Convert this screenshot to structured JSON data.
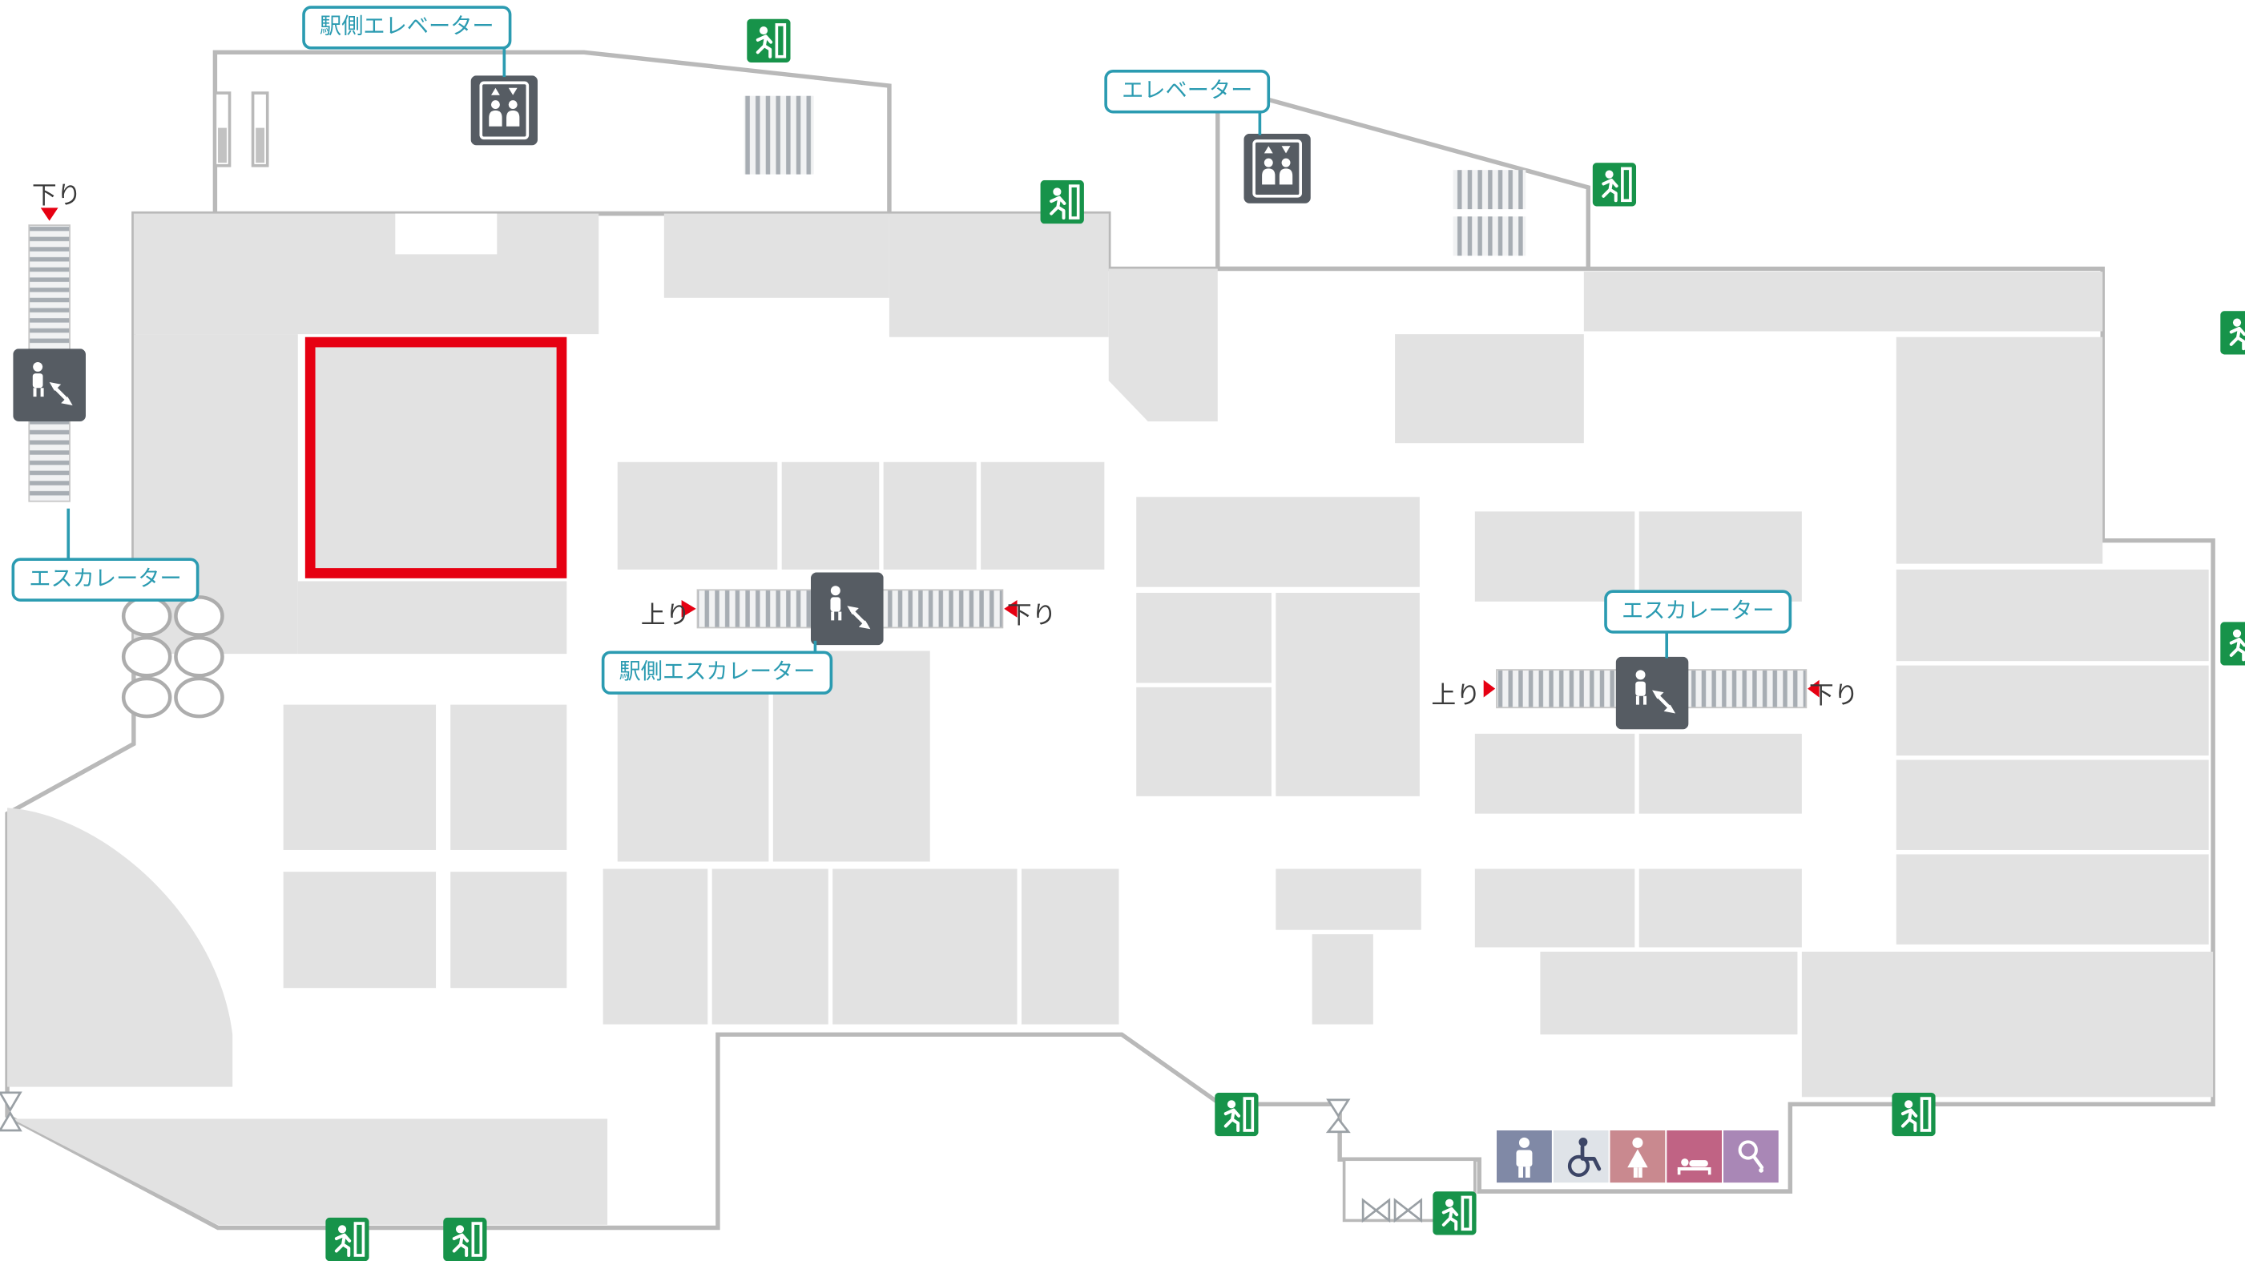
{
  "callouts": {
    "station_elevator": "駅側エレベーター",
    "elevator": "エレベーター",
    "left_escalator": "エスカレーター",
    "station_escalator": "駅側エスカレーター",
    "right_escalator": "エスカレーター"
  },
  "directions": {
    "up": "上り",
    "down": "下り"
  },
  "icons": {
    "exit": "running-man-exit",
    "elevator": "elevator-people-up-down-arrows",
    "escalator": "escalator-person-diagonal-arrow",
    "mens_toilet": "man-figure",
    "accessible_toilet": "wheelchair",
    "womens_toilet": "woman-figure",
    "nursing_room": "person-lying-on-bed",
    "powder_room": "hand-mirror",
    "direction_arrow": "red-triangle",
    "door": "bowtie-door-mark"
  },
  "colors": {
    "store_block": "#e2e2e2",
    "wall": "#b9b9b9",
    "highlight_red": "#e60012",
    "callout_teal": "#2b9bb1",
    "exit_green": "#17934a",
    "icon_dark": "#565c63",
    "mens_toilet": "#8089a6",
    "accessible_toilet": "#dfe3e8",
    "womens_toilet": "#c9898f",
    "nursing_room": "#c06384",
    "powder_room": "#a987b6"
  }
}
